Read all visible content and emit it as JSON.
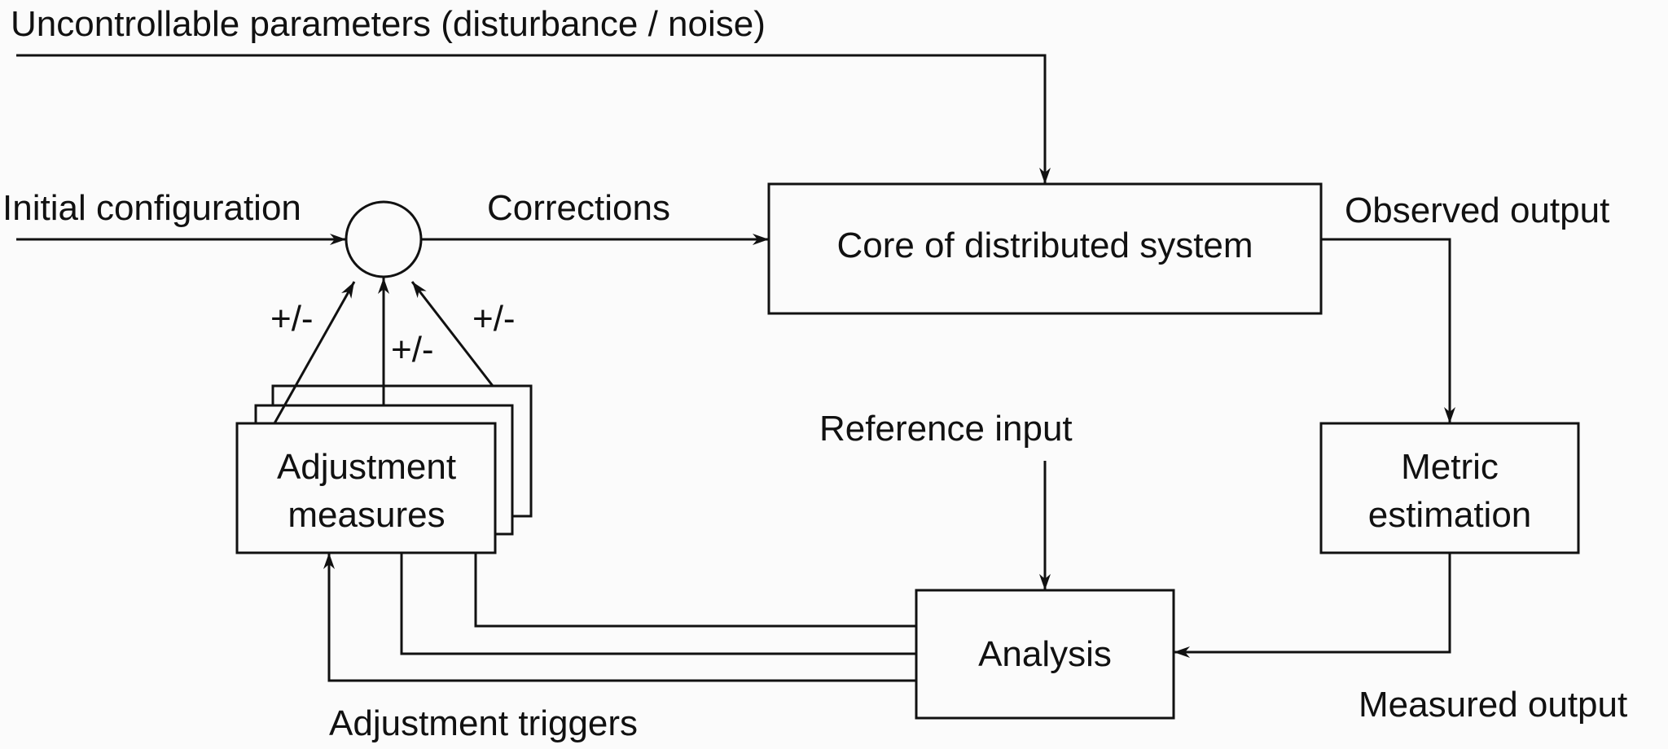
{
  "labels": {
    "disturbance": "Uncontrollable parameters (disturbance / noise)",
    "initial": "Initial configuration",
    "corrections": "Corrections",
    "observed": "Observed output",
    "reference": "Reference input",
    "measured": "Measured output",
    "triggers": "Adjustment triggers",
    "sign_left": "+/-",
    "sign_middle": "+/-",
    "sign_right": "+/-"
  },
  "boxes": {
    "core": "Core of distributed system",
    "metric": [
      "Metric",
      "estimation"
    ],
    "analysis": "Analysis",
    "adjustment": [
      "Adjustment",
      "measures"
    ]
  }
}
